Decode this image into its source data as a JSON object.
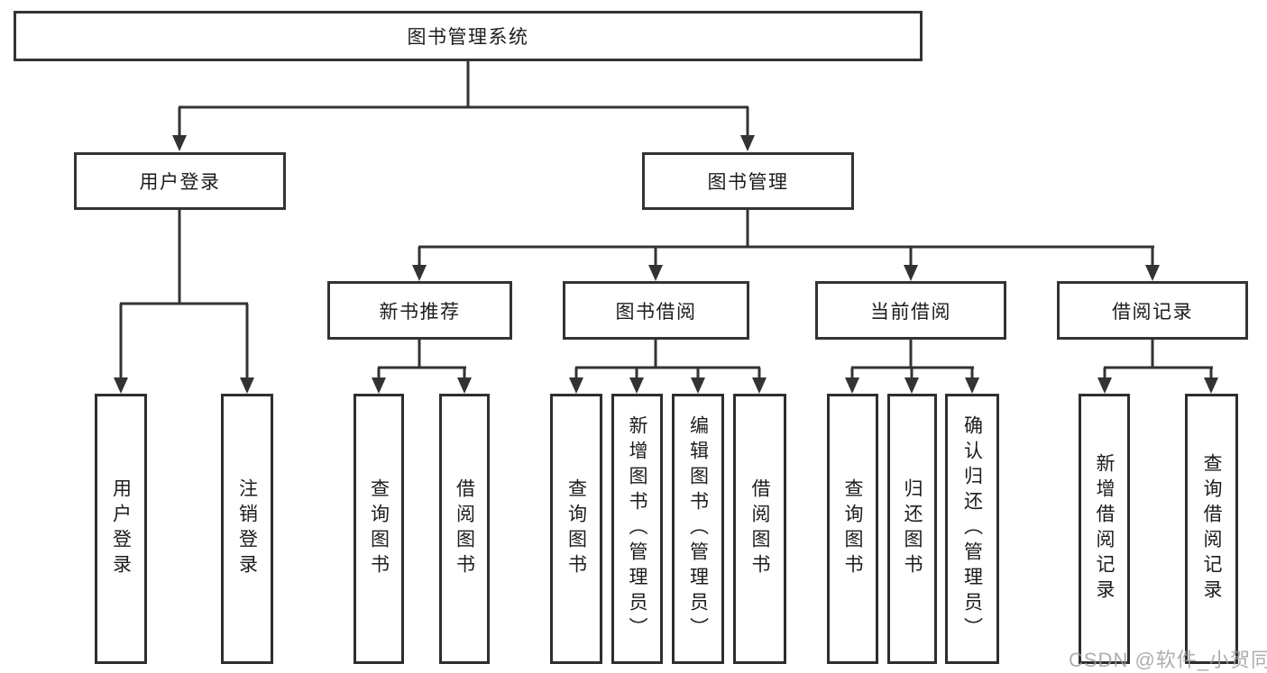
{
  "diagram": {
    "title": "图书管理系统",
    "tree": {
      "root": "图书管理系统",
      "level2": [
        "用户登录",
        "图书管理"
      ],
      "level3": [
        "新书推荐",
        "图书借阅",
        "当前借阅",
        "借阅记录"
      ],
      "level4": {
        "user": [
          "用户登录",
          "注销登录"
        ],
        "recommend": [
          "查询图书",
          "借阅图书"
        ],
        "borrow": [
          "查询图书",
          "新增图书（管理员）",
          "编辑图书（管理员）",
          "借阅图书"
        ],
        "current": [
          "查询图书",
          "归还图书",
          "确认归还（管理员）"
        ],
        "records": [
          "新增借阅记录",
          "查询借阅记录"
        ]
      }
    },
    "colors": {
      "line": "#333333",
      "box_border": "#2e2e2e",
      "text": "#1c1c1c",
      "background": "#ffffff",
      "watermark": "#9d9d9d"
    }
  },
  "watermark": {
    "text": "CSDN @软件_小贺同学"
  }
}
